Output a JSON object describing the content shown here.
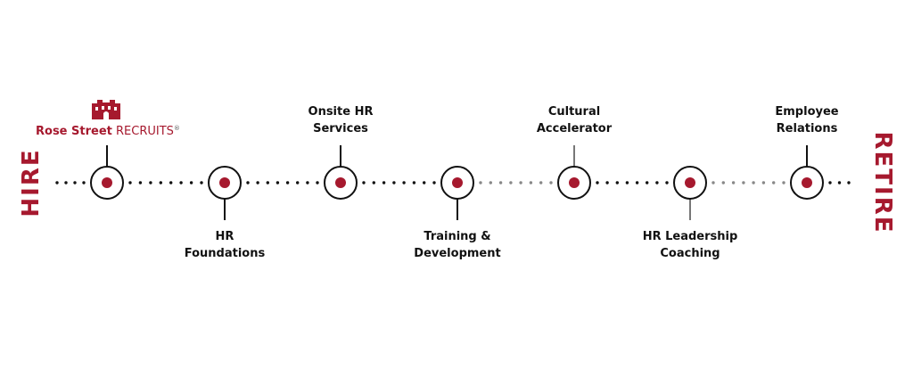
{
  "brand": {
    "name_bold": "Rose Street",
    "name_light": "RECRUITS",
    "registered": "®",
    "logo_icon": "building-icon"
  },
  "ends": {
    "start": "HIRE",
    "end": "RETIRE"
  },
  "colors": {
    "accent": "#a6192e",
    "ring": "#111111",
    "dot_dark": "#111111",
    "dot_light": "#888888",
    "text": "#111111"
  },
  "nodes": [
    {
      "id": "brand",
      "label": "",
      "side": "above"
    },
    {
      "id": "hr-foundations",
      "label": "HR\nFoundations",
      "side": "below"
    },
    {
      "id": "onsite-hr-services",
      "label": "Onsite HR\nServices",
      "side": "above"
    },
    {
      "id": "training-development",
      "label": "Training &\nDevelopment",
      "side": "below"
    },
    {
      "id": "cultural-accelerator",
      "label": "Cultural\nAccelerator",
      "side": "above"
    },
    {
      "id": "hr-leadership-coaching",
      "label": "HR Leadership\nCoaching",
      "side": "below"
    },
    {
      "id": "employee-relations",
      "label": "Employee\nRelations",
      "side": "above"
    }
  ]
}
